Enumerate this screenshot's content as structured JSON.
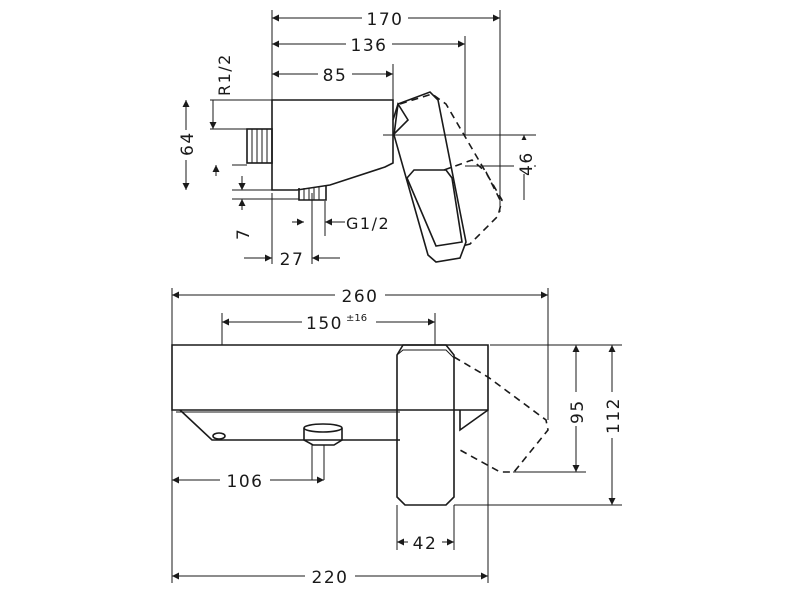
{
  "side_view": {
    "dims": {
      "d170": "170",
      "d136": "136",
      "d85": "85",
      "d64": "64",
      "d46": "46",
      "d7": "7",
      "d27": "27"
    },
    "labels": {
      "thread_r": "R1/2",
      "thread_g": "G1/2"
    }
  },
  "front_view": {
    "dims": {
      "d260": "260",
      "d150": "150",
      "d150_tol": "±16",
      "d106": "106",
      "d95": "95",
      "d112": "112",
      "d42": "42",
      "d220": "220"
    }
  }
}
